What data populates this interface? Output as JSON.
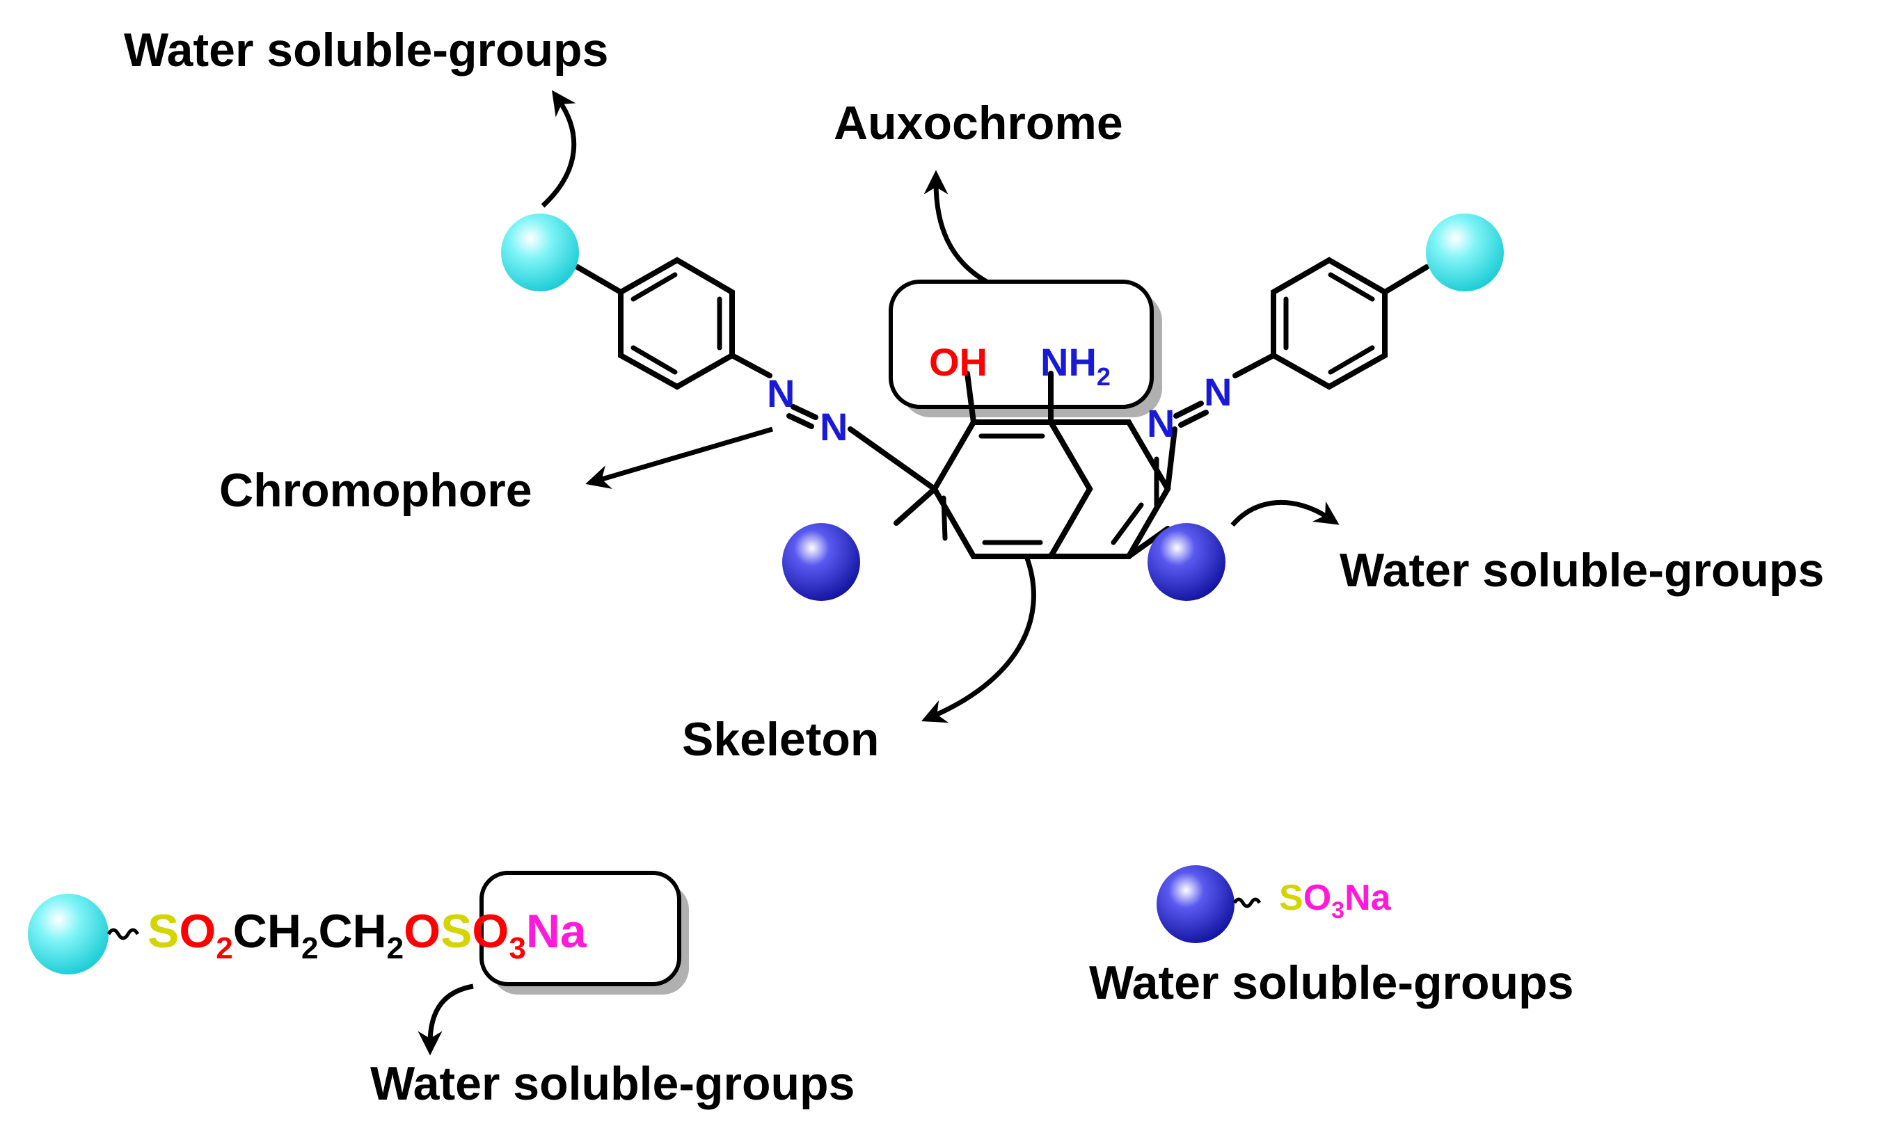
{
  "labels": {
    "water_top_left": "Water soluble-groups",
    "auxochrome": "Auxochrome",
    "chromophore": "Chromophore",
    "water_right": "Water soluble-groups",
    "skeleton": "Skeleton",
    "water_bottom_center": "Water soluble-groups",
    "water_bottom_right": "Water soluble-groups"
  },
  "atoms": {
    "oh": "OH",
    "nh": "NH",
    "nh_sub": "2",
    "n": "N"
  },
  "formula_vinylsulfone": {
    "s1": "S",
    "o2": "O",
    "sub2a": "2",
    "ch": "CH",
    "sub2b": "2",
    "ch2": "CH",
    "sub2c": "2",
    "o": "O",
    "s2": "S",
    "o3": "O",
    "sub3": "3",
    "na": "Na"
  },
  "formula_sulfonate": {
    "s": "S",
    "o": "O",
    "sub3": "3",
    "na": "Na"
  },
  "colors": {
    "cyan_group": "#29E0E8",
    "blue_group": "#1A1AD6",
    "oxygen": "#FF0000",
    "nitrogen": "#1A1AD6",
    "sulfur": "#D4D400",
    "sodium": "#FF1AD9"
  },
  "icons": [
    "cyan-sphere-icon",
    "blue-sphere-icon",
    "wavy-bond-icon",
    "curved-arrow-icon"
  ]
}
